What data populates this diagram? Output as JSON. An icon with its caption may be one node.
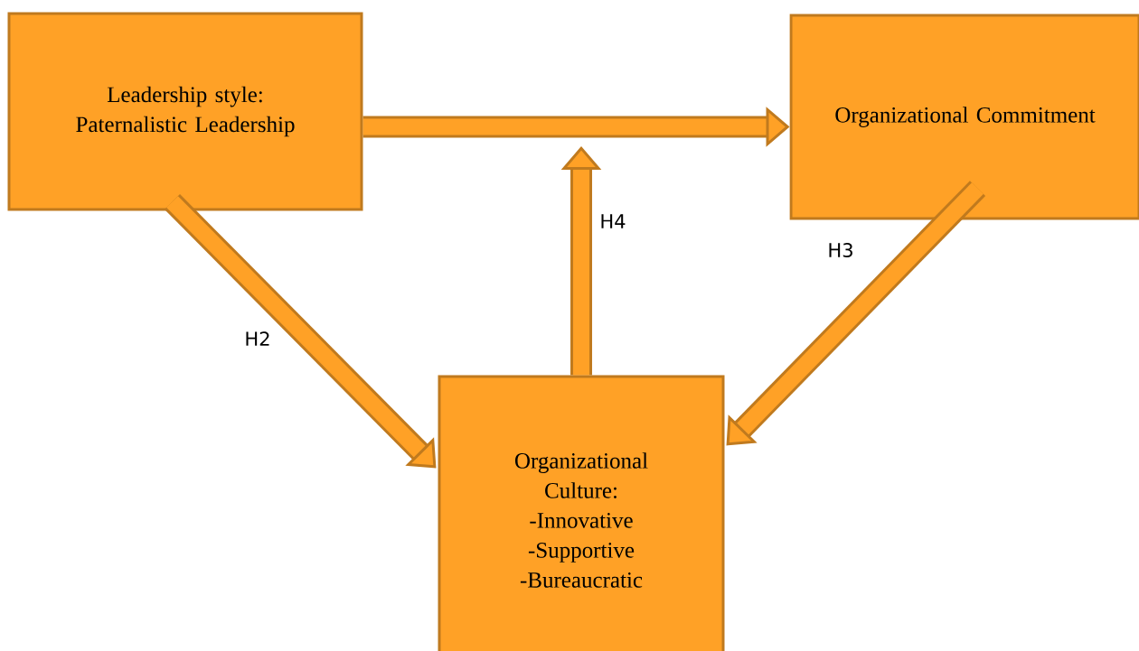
{
  "diagram": {
    "nodes": [
      {
        "text": [
          "Leadership style: Paternalistic Leadership"
        ]
      },
      {
        "text": [
          "Organizational Commitment"
        ]
      },
      {
        "text": [
          "Organizational Culture:",
          "-Innovative",
          "-Supportive",
          "-Bureaucratic"
        ]
      }
    ],
    "edges": [
      {
        "from": 0,
        "to": 1,
        "arrow": "to"
      },
      {
        "from": 0,
        "to": 2,
        "arrow": "to",
        "label": "H2"
      },
      {
        "from": 1,
        "to": 2,
        "arrow": "to",
        "label": "H3"
      },
      {
        "from": 2,
        "to": null,
        "arrow": "to",
        "label": "H4"
      }
    ]
  }
}
